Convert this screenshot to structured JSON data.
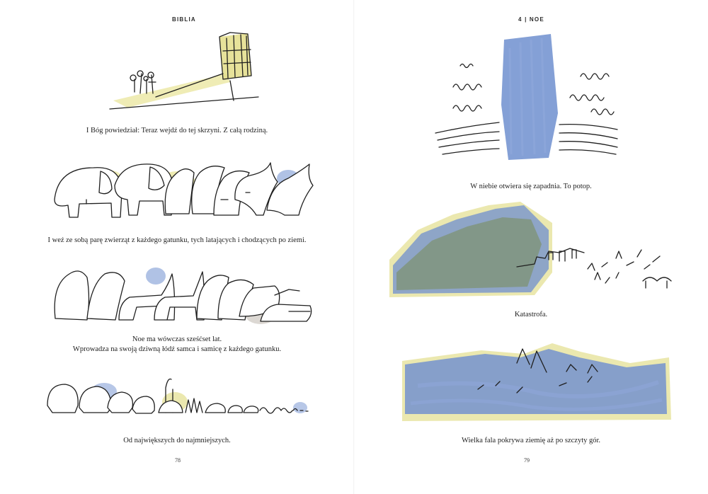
{
  "colors": {
    "wash_blue": "#6f8fcf",
    "wash_yellow": "#e9e6a6",
    "wash_green": "#7f9478",
    "ink": "#1f1f1f"
  },
  "left_page": {
    "running_head": "BIBLIA",
    "captions": [
      "I Bóg powiedział: Teraz wejdź do tej skrzyni. Z całą rodziną.",
      "I weź ze sobą parę zwierząt z każdego gatunku, tych latających i chodzących po ziemi.",
      "Noe ma wówczas sześćset lat.",
      "Wprowadza na swoją dziwną łódź samca i samicę z każdego gatunku.",
      "Od największych do najmniejszych."
    ],
    "folio": "78"
  },
  "right_page": {
    "running_head": "4 | NOE",
    "captions": [
      "W niebie otwiera się zapadnia. To potop.",
      "Katastrofa.",
      "Wielka fala pokrywa ziemię aż po szczyty gór."
    ],
    "folio": "79"
  }
}
